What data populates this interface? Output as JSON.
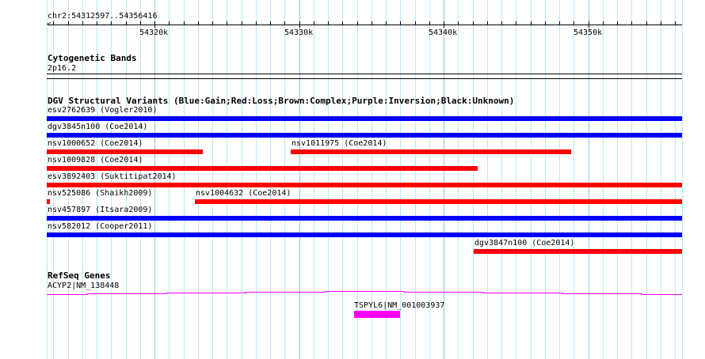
{
  "ruler": {
    "location": "chr2:54312597..54356416",
    "ticks": [
      "54320k",
      "54330k",
      "54340k",
      "54350k"
    ]
  },
  "cytoband": {
    "title": "Cytogenetic Bands",
    "band": "2p16.2"
  },
  "dgv": {
    "title": "DGV Structural Variants (Blue:Gain;Red:Loss;Brown:Complex;Purple:Inversion;Black:Unknown)",
    "colors": {
      "gain": "#0000ff",
      "loss": "#ff0000"
    },
    "features": [
      {
        "label": "esv2762639 (Vogler2010)",
        "type": "gain",
        "start": 54312597,
        "end": 54356416
      },
      {
        "label": "dgv3845n100 (Coe2014)",
        "type": "gain",
        "start": 54312597,
        "end": 54356416
      },
      {
        "label": "nsv1000652 (Coe2014)",
        "type": "loss",
        "start": 54312597,
        "end": 54323340
      },
      {
        "label": "nsv1011975 (Coe2014)",
        "type": "loss",
        "start": 54329400,
        "end": 54348750
      },
      {
        "label": "nsv1009828 (Coe2014)",
        "type": "loss",
        "start": 54312597,
        "end": 54342300
      },
      {
        "label": "esv3892403 (Suktitipat2014)",
        "type": "loss",
        "start": 54312597,
        "end": 54356416
      },
      {
        "label": "nsv525086 (Shaikh2009)",
        "type": "loss",
        "start": 54312597,
        "end": 54312800
      },
      {
        "label": "nsv1004632 (Coe2014)",
        "type": "loss",
        "start": 54322840,
        "end": 54356416
      },
      {
        "label": "nsv457897 (Itsara2009)",
        "type": "gain",
        "start": 54312597,
        "end": 54356416
      },
      {
        "label": "nsv582012 (Cooper2011)",
        "type": "gain",
        "start": 54312597,
        "end": 54356416
      },
      {
        "label": "dgv3847n100 (Coe2014)",
        "type": "loss",
        "start": 54342050,
        "end": 54356416
      }
    ]
  },
  "refseq": {
    "title": "RefSeq Genes",
    "color": "#ff00ff",
    "genes": [
      {
        "label": "ACYP2|NM_138448",
        "start": 54312597,
        "end": 54356416
      },
      {
        "label": "TSPYL6|NM_001003937",
        "start": 54333800,
        "end": 54337000
      }
    ]
  }
}
